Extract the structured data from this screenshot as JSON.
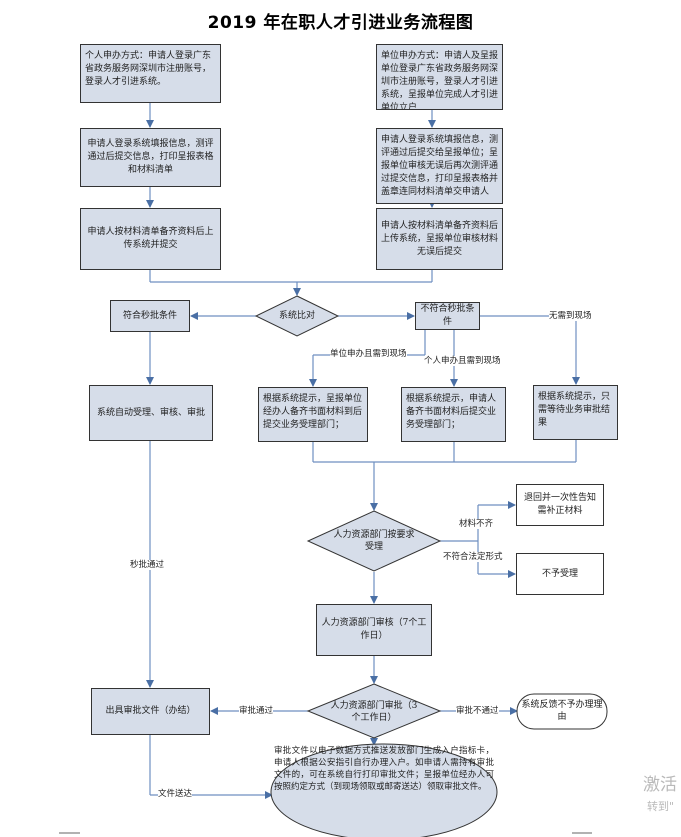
{
  "title": "2019 年在职人才引进业务流程图",
  "nodes": {
    "personal_apply": "个人申办方式：申请人登录广东省政务服务网深圳市注册账号，登录人才引进系统。",
    "unit_apply": "单位申办方式：申请人及呈报单位登录广东省政务服务网深圳市注册账号，登录人才引进系统，呈报单位完成人才引进单位立户",
    "personal_fill": "申请人登录系统填报信息，测评通过后提交信息，打印呈报表格和材料清单",
    "unit_fill": "申请人登录系统填报信息，测评通过后提交给呈报单位；呈报单位审核无误后再次测评通过提交信息，打印呈报表格并盖章连同材料清单交申请人",
    "personal_submit": "申请人按材料清单备齐资料后上传系统并提交",
    "unit_submit": "申请人按材料清单备齐资料后上传系统，呈报单位审核材料无误后提交",
    "system_compare": "系统比对",
    "instant_ok": "符合秒批条件",
    "not_instant": "不符合秒批条件",
    "auto_accept": "系统自动受理、审核、审批",
    "unit_onsite": "根据系统提示，呈报单位经办人备齐书面材料到后提交业务受理部门；",
    "personal_onsite": "根据系统提示，申请人备齐书面材料后提交业务受理部门；",
    "no_onsite": "根据系统提示，只需等待业务审批结果",
    "hr_accept": "人力资源部门按要求受理",
    "return_notice": "退回并一次性告知需补正材料",
    "reject_accept": "不予受理",
    "hr_review": "人力资源部门审核（7个工作日）",
    "hr_approve": "人力资源部门审批（3个工作日）",
    "issue_doc": "出具审批文件（办结）",
    "feedback_reject": "系统反馈不予办理理由",
    "final_note": "审批文件以电子数据方式推送发放部门生成入户指标卡，申请人根据公安指引自行办理入户。如申请人需持有审批文件的，可在系统自行打印审批文件；呈报单位经办人可按照约定方式（到现场领取或邮寄送达）领取审批文件。"
  },
  "labels": {
    "unit_and_onsite": "单位申办且需到现场",
    "personal_and_onsite": "个人申办且需到现场",
    "no_onsite": "无需到现场",
    "materials_incomplete": "材料不齐",
    "not_legal_form": "不符合法定形式",
    "instant_pass": "秒批通过",
    "approve_pass": "审批通过",
    "approve_fail": "审批不通过",
    "doc_delivery": "文件送达"
  },
  "watermark": {
    "line1": "激活",
    "line2": "转到\""
  }
}
